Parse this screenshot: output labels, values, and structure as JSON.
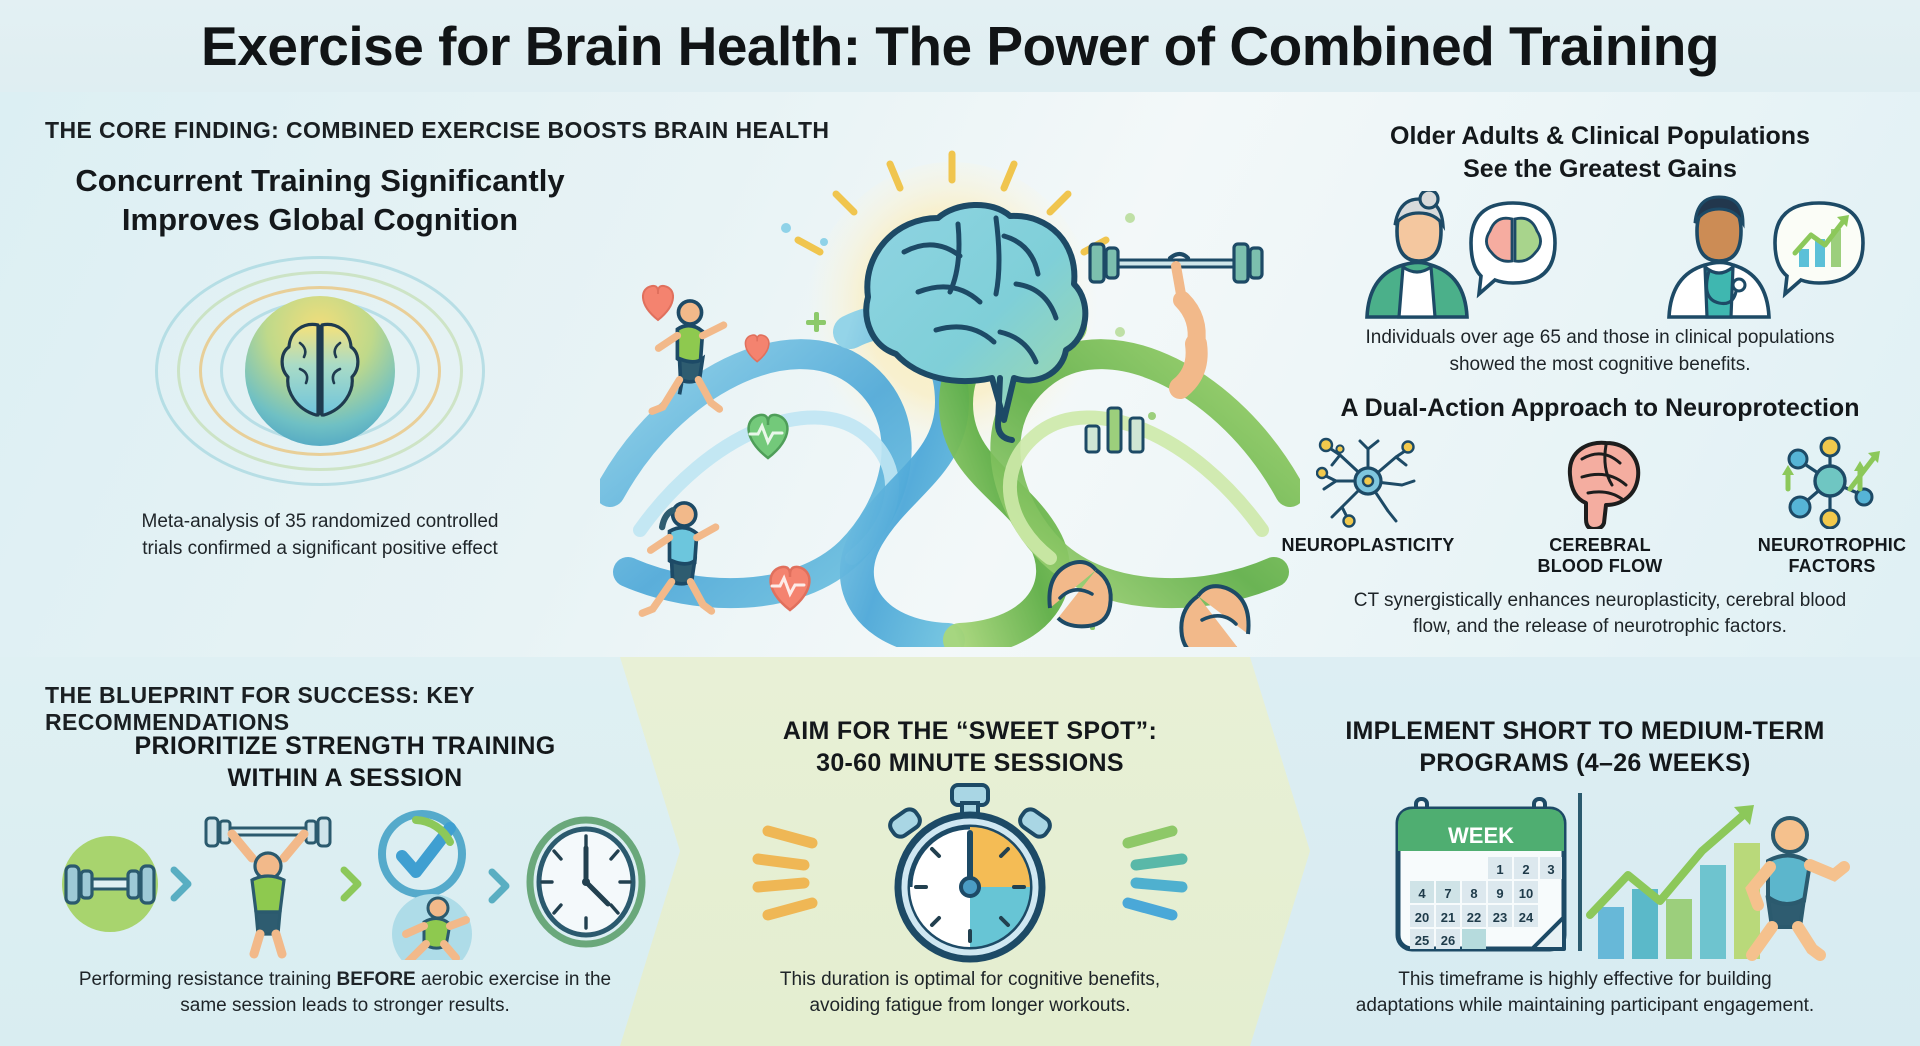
{
  "title": "Exercise for Brain Health: The Power of Combined Training",
  "upper": {
    "kicker": "THE CORE FINDING: COMBINED EXERCISE BOOSTS BRAIN HEALTH",
    "left": {
      "heading_line1": "Concurrent Training Significantly",
      "heading_line2": "Improves Global Cognition",
      "icon": "radiating-brain-icon",
      "caption_line1": "Meta-analysis of 35 randomized controlled",
      "caption_line2": "trials confirmed a significant positive effect",
      "trial_count": 35
    },
    "center": {
      "icon": "brain-with-aerobic-and-strength-flows-illustration",
      "elements": [
        "brain",
        "running-man",
        "running-woman",
        "dumbbell-lifter",
        "flexing-arms",
        "heart-icons",
        "heartbeat-icon",
        "bar-chart-icon"
      ]
    },
    "right": {
      "heading1_line1": "Older Adults & Clinical Populations",
      "heading1_line2": "See the Greatest Gains",
      "people": [
        {
          "icon": "older-adult-avatar",
          "bubble": "brain-bubble-icon"
        },
        {
          "icon": "clinician-avatar",
          "bubble": "rising-chart-bubble-icon"
        }
      ],
      "caption1_line1": "Individuals over age 65 and those in clinical populations",
      "caption1_line2": "showed the most cognitive benefits.",
      "age_threshold": 65,
      "heading2": "A Dual-Action Approach to Neuroprotection",
      "mechanisms": [
        {
          "icon": "neuron-icon",
          "label_line1": "NEUROPLASTICITY",
          "label_line2": ""
        },
        {
          "icon": "brain-profile-icon",
          "label_line1": "CEREBRAL",
          "label_line2": "BLOOD FLOW"
        },
        {
          "icon": "molecule-growth-icon",
          "label_line1": "NEUROTROPHIC",
          "label_line2": "FACTORS"
        }
      ],
      "caption2_line1": "CT synergistically enhances neuroplasticity, cerebral blood",
      "caption2_line2": "flow, and the release of neurotrophic factors."
    }
  },
  "lower": {
    "kicker": "THE BLUEPRINT FOR SUCCESS: KEY RECOMMENDATIONS",
    "panels": [
      {
        "heading_line1": "PRIORITIZE STRENGTH TRAINING",
        "heading_line2": "WITHIN A SESSION",
        "icons": [
          "dumbbell-icon",
          "chevron-right-icon",
          "weightlifter-icon",
          "chevron-right-icon",
          "check-circle-icon",
          "runner-icon",
          "chevron-right-icon",
          "clock-icon"
        ],
        "caption_pre": "Performing resistance training ",
        "caption_bold": "BEFORE",
        "caption_post": " aerobic exercise in the same session leads to stronger results."
      },
      {
        "heading_line1": "AIM FOR THE “SWEET SPOT”:",
        "heading_line2": "30-60 MINUTE SESSIONS",
        "icons": [
          "stopwatch-icon",
          "radiating-rays-icon"
        ],
        "duration_min": 30,
        "duration_max": 60,
        "caption_line1": "This duration is optimal for cognitive benefits,",
        "caption_line2": "avoiding fatigue from longer workouts."
      },
      {
        "heading_line1": "IMPLEMENT SHORT TO MEDIUM-TERM",
        "heading_line2": "PROGRAMS (4–26 WEEKS)",
        "icons": [
          "calendar-icon",
          "bar-chart-growth-icon",
          "runner-icon"
        ],
        "weeks_min": 4,
        "weeks_max": 26,
        "calendar": {
          "header": "WEEK",
          "rows": [
            [
              "",
              "",
              "1",
              "2",
              "3"
            ],
            [
              "4",
              "7",
              "8",
              "9",
              "10"
            ],
            [
              "20",
              "21",
              "22",
              "23",
              "24"
            ],
            [
              "25",
              "26",
              "",
              "",
              ""
            ]
          ]
        },
        "caption_line1": "This timeframe is highly effective for building",
        "caption_line2": "adaptations while maintaining participant engagement."
      }
    ]
  },
  "colors": {
    "aerobic_blue": "#4da3cf",
    "strength_green": "#7cb84a",
    "accent_yellow": "#f0b94b",
    "heart_coral": "#f08070",
    "dark_text": "#14181b",
    "panel_mid_bg": "#e8f0d6",
    "panel_side_bg": "#dff0f3"
  }
}
